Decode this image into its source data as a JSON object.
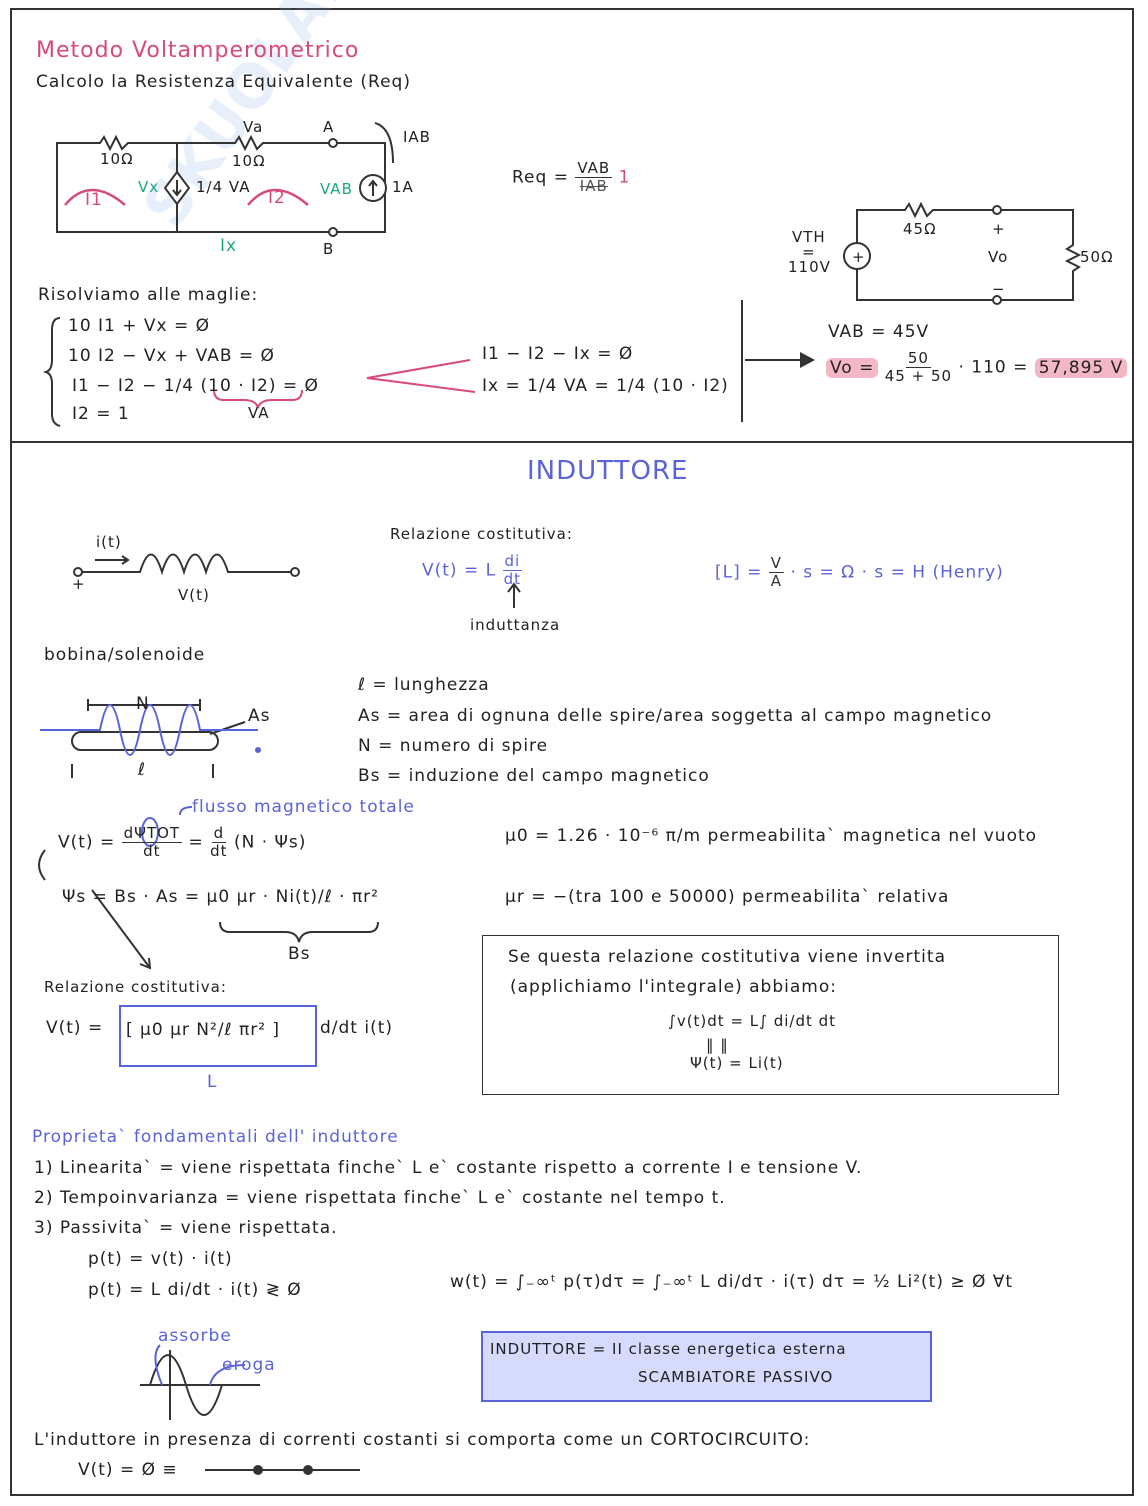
{
  "section1": {
    "title": "Metodo Voltamperometrico",
    "subtitle": "Calcolo la Resistenza Equivalente (Req)",
    "circuit_labels": {
      "r1": "10Ω",
      "r2": "10Ω",
      "va": "Va",
      "a": "A",
      "b": "B",
      "iab": "IAB",
      "vx": "Vx",
      "dep_source": "1/4 VA",
      "i1": "I1",
      "i2": "I2",
      "vab": "VAB",
      "ix": "Ix",
      "source": "1A",
      "plus": "+",
      "minus": "−"
    },
    "req_formula": {
      "lhs": "Req =",
      "num": "VAB",
      "den": "IAB",
      "note": "1"
    },
    "mesh_title": "Risolviamo alle maglie:",
    "equations": [
      "10 I1 + Vx = Ø",
      "10 I2 − Vx + VAB = Ø",
      "I1 − I2 − 1/4 (10 · I2) = Ø",
      "I2 = 1"
    ],
    "brace_label": "VA",
    "side_equations": [
      "I1 − I2 − Ix = Ø",
      "Ix = 1/4 VA = 1/4 (10 · I2)"
    ],
    "thevenin": {
      "vth": "VTH",
      "eq": "=",
      "vth_value": "110V",
      "r1": "45Ω",
      "r2": "50Ω",
      "vo": "Vo",
      "plus": "+",
      "minus": "−"
    },
    "results": {
      "vab": "VAB = 45V",
      "vo_lhs": "Vo =",
      "vo_num": "50",
      "vo_den": "45 + 50",
      "vo_mult": "· 110 =",
      "vo_result": "57,895 V"
    }
  },
  "section2": {
    "title": "INDUTTORE",
    "inductor_labels": {
      "current": "i(t)",
      "voltage": "V(t)",
      "plus": "+"
    },
    "relation_title": "Relazione costitutiva:",
    "relation": {
      "lhs": "V(t) =",
      "L": "L",
      "num": "di",
      "den": "dt"
    },
    "inductance_label": "induttanza",
    "units": {
      "lhs": "[L] =",
      "num": "V",
      "den": "A",
      "rest": "· s = Ω · s = H (Henry)"
    },
    "solenoid_title": "bobina/solenoide",
    "solenoid_labels": {
      "n": "N",
      "as": "As",
      "l": "ℓ"
    },
    "definitions": [
      "ℓ = lunghezza",
      "As = area di ognuna delle spire/area soggetta al campo magnetico",
      "N = numero di spire",
      "Bs = induzione del campo magnetico"
    ],
    "flux_note": "flusso magnetico totale",
    "flux_eq": {
      "lhs": "V(t) =",
      "num": "dΨTOT",
      "den": "dt",
      "mid": "=",
      "num2": "d",
      "den2": "dt",
      "rest": "(N · Ψs)"
    },
    "psi_eq": "Ψs = Bs · As = μ0 μr · Ni(t)/ℓ · πr²",
    "psi_brace": "Bs",
    "mu0": "μ0 = 1.26 · 10⁻⁶ π/m permeabilita` magnetica nel vuoto",
    "mur": "μr = −(tra 100 e 50000) permeabilita` relativa",
    "relation2_title": "Relazione costitutiva:",
    "relation2": {
      "lhs": "V(t) =",
      "boxed": "[ μ0 μr N²/ℓ πr² ]",
      "rest": "d/dt i(t)",
      "L": "L"
    },
    "inverted_box": [
      "Se questa relazione costitutiva viene invertita",
      "(applichiamo l'integrale) abbiamo:",
      "∫v(t)dt = L∫ di/dt dt",
      "‖       ‖",
      "Ψ(t) = Li(t)"
    ],
    "properties_title": "Proprieta` fondamentali dell' induttore",
    "properties": [
      "1) Linearita` = viene rispettata finche` L e` costante rispetto a corrente I e tensione V.",
      "2) Tempoinvarianza = viene rispettata finche` L e` costante nel tempo t.",
      "3) Passivita` = viene rispettata."
    ],
    "power": [
      "p(t) = v(t) · i(t)",
      "p(t) = L di/dt · i(t) ≷ Ø"
    ],
    "energy": "w(t) = ∫₋∞ᵗ p(τ)dτ = ∫₋∞ᵗ L di/dτ · i(τ) dτ = ½ Li²(t) ≥ Ø  ∀t",
    "wave_labels": {
      "absorbs": "assorbe",
      "delivers": "eroga"
    },
    "class_box": [
      "INDUTTORE = II classe energetica esterna",
      "SCAMBIATORE PASSIVO"
    ],
    "dc_note": "L'induttore in presenza di correnti costanti si comporta come un CORTOCIRCUITO:",
    "dc_eq": "V(t) = Ø ≡"
  },
  "colors": {
    "pink": "#d84a7a",
    "blue": "#5b63d8",
    "green": "#1aa883",
    "highlight": "#f4b7c6"
  }
}
